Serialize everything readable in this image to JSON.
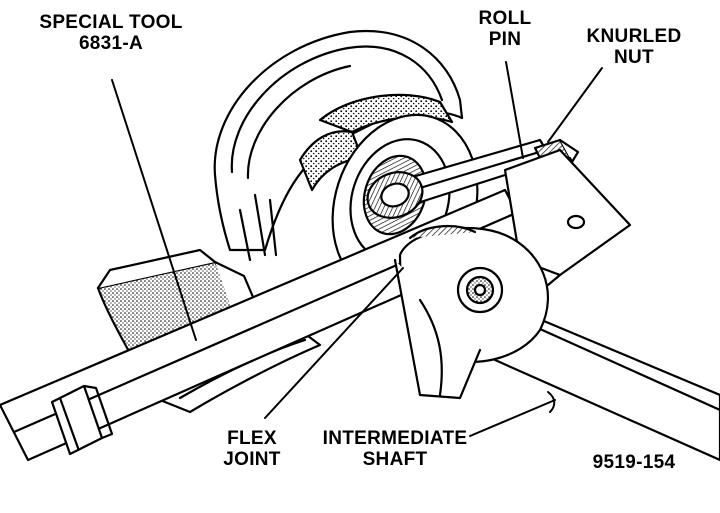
{
  "labels": {
    "special_tool": {
      "line1": "SPECIAL TOOL",
      "line2": "6831-A"
    },
    "roll_pin": {
      "line1": "ROLL",
      "line2": "PIN"
    },
    "knurled_nut": {
      "line1": "KNURLED",
      "line2": "NUT"
    },
    "flex_joint": {
      "line1": "FLEX",
      "line2": "JOINT"
    },
    "intermediate_shaft": {
      "line1": "INTERMEDIATE",
      "line2": "SHAFT"
    },
    "figure_id": "9519-154"
  },
  "colors": {
    "ink": "#000000",
    "paper": "#ffffff"
  }
}
